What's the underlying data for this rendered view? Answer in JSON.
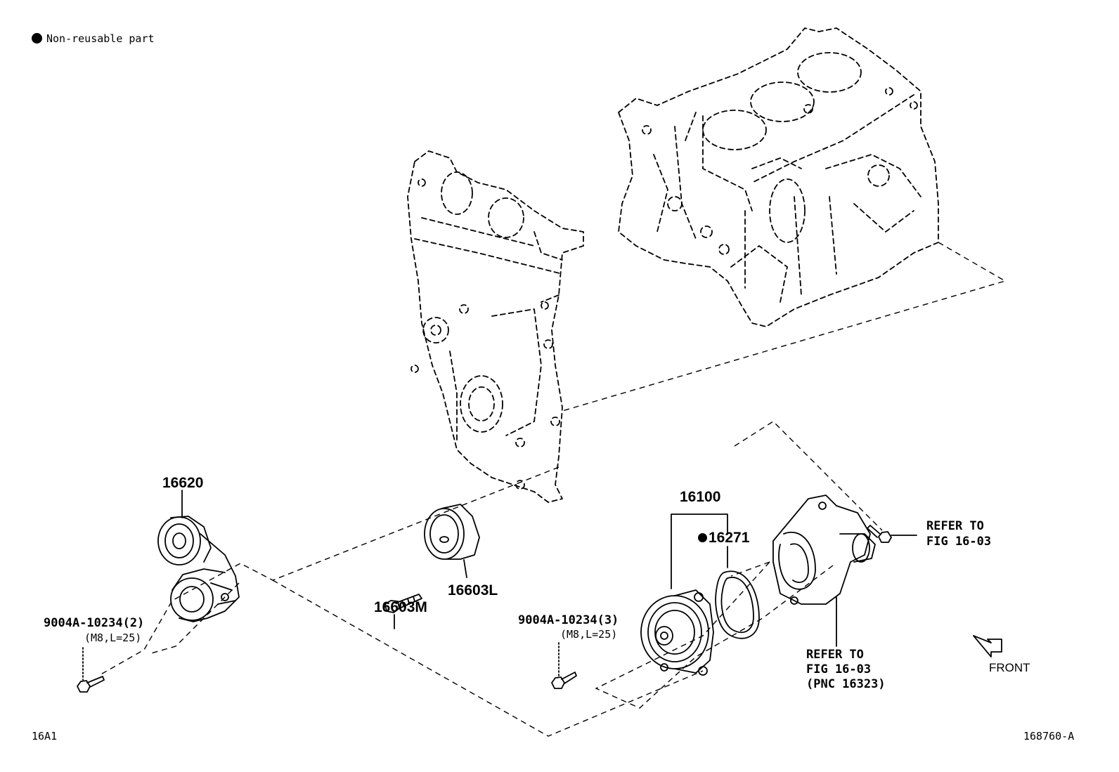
{
  "legend": {
    "text": "Non-reusable part"
  },
  "parts": {
    "p16620": "16620",
    "p16603L": "16603L",
    "p16603M": "16603M",
    "p16100": "16100",
    "p16271": "16271",
    "bolt_left": "9004A-10234(2)",
    "bolt_left_spec": "(M8,L=25)",
    "bolt_right": "9004A-10234(3)",
    "bolt_right_spec": "(M8,L=25)"
  },
  "refs": {
    "upper_line1": "REFER TO",
    "upper_line2": "FIG 16-03",
    "lower_line1": "REFER TO",
    "lower_line2": "FIG 16-03",
    "lower_line3": "(PNC 16323)"
  },
  "front": "FRONT",
  "footer": {
    "left_code": "16A1",
    "right_code": "168760-A"
  }
}
